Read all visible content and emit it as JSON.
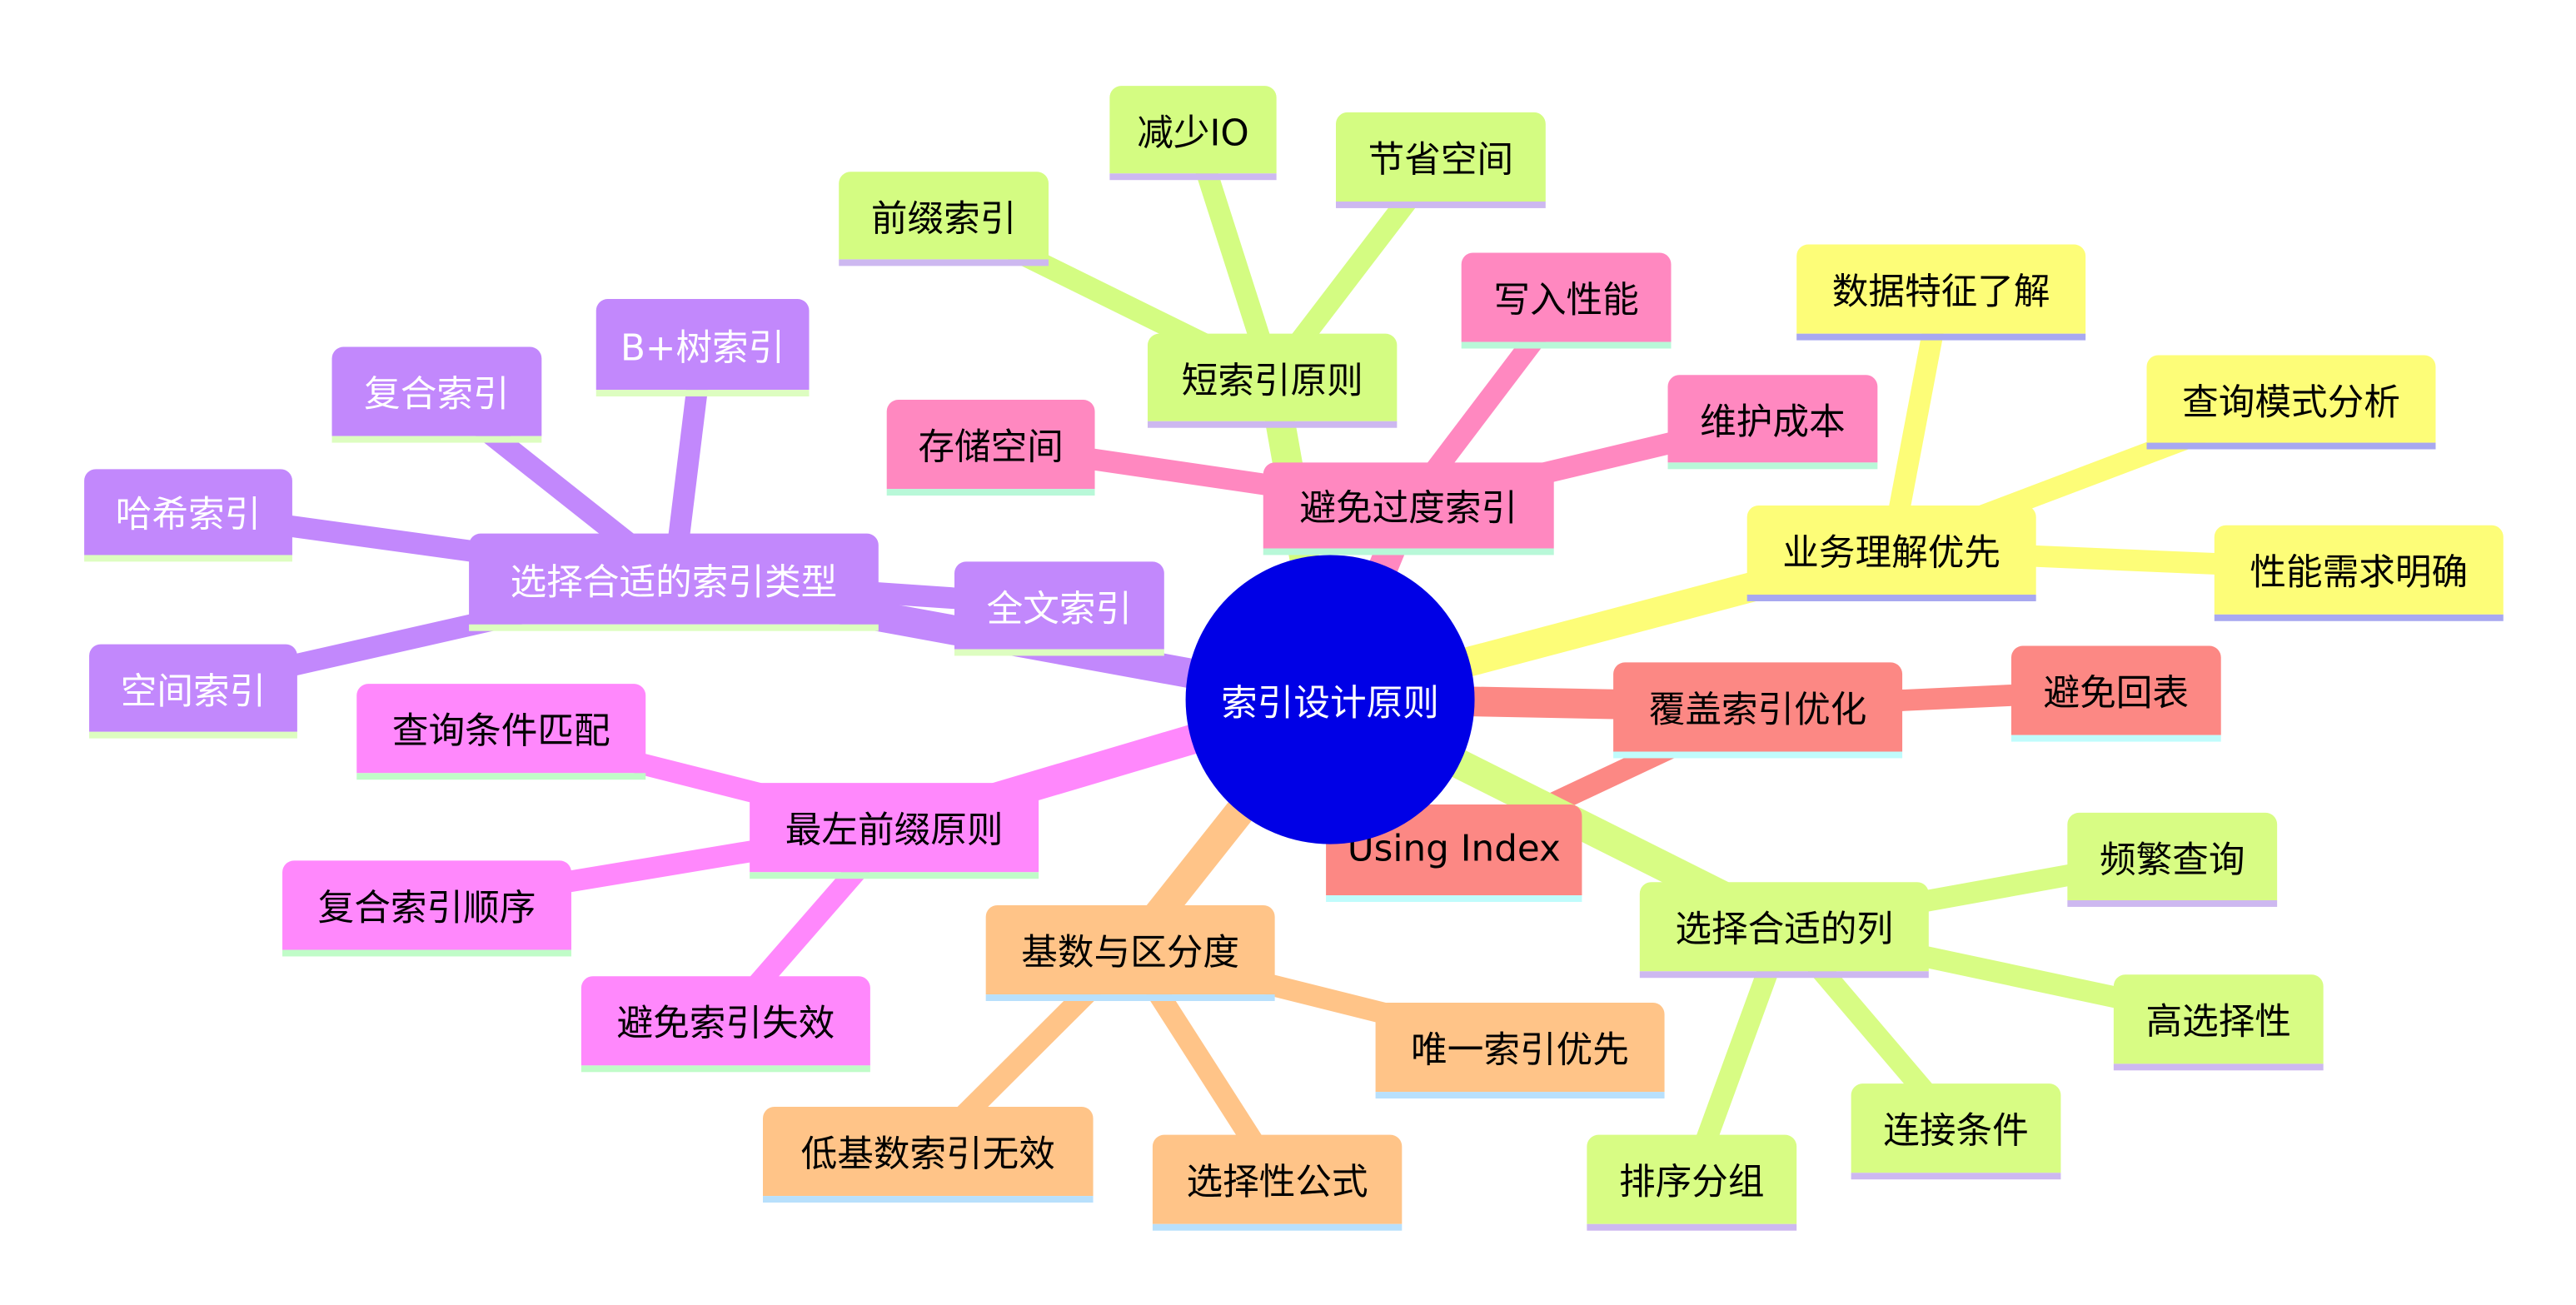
{
  "root": {
    "label": "索引设计原则",
    "color": "#0000e6"
  },
  "branches": [
    {
      "label": "选择合适的索引类型",
      "color": "#c288fc",
      "text_color": "#ffffff",
      "bar_color": "#ddfdc0",
      "children": [
        "B+树索引",
        "复合索引",
        "哈希索引",
        "空间索引",
        "全文索引"
      ]
    },
    {
      "label": "避免过度索引",
      "color": "#ff88c0",
      "text_color": "#000000",
      "bar_color": "#b8f8d8",
      "children": [
        "存储空间",
        "写入性能",
        "维护成本"
      ]
    },
    {
      "label": "短索引原则",
      "color": "#d4fc82",
      "text_color": "#000000",
      "bar_color": "#cdb8f0",
      "children": [
        "前缀索引",
        "减少IO",
        "节省空间"
      ]
    },
    {
      "label": "业务理解优先",
      "color": "#fdfd78",
      "text_color": "#000000",
      "bar_color": "#a8a8f0",
      "children": [
        "数据特征了解",
        "查询模式分析",
        "性能需求明确"
      ]
    },
    {
      "label": "覆盖索引优化",
      "color": "#fc8884",
      "text_color": "#000000",
      "bar_color": "#c0fcfc",
      "children": [
        "避免回表",
        "Using Index"
      ]
    },
    {
      "label": "选择合适的列",
      "color": "#d8fc84",
      "text_color": "#000000",
      "bar_color": "#cdb8f0",
      "children": [
        "频繁查询",
        "高选择性",
        "连接条件",
        "排序分组"
      ]
    },
    {
      "label": "基数与区分度",
      "color": "#ffc488",
      "text_color": "#000000",
      "bar_color": "#b8e0fc",
      "children": [
        "唯一索引优先",
        "选择性公式",
        "低基数索引无效"
      ]
    },
    {
      "label": "最左前缀原则",
      "color": "#ff88fc",
      "text_color": "#000000",
      "bar_color": "#c0fcc8",
      "children": [
        "查询条件匹配",
        "复合索引顺序",
        "避免索引失效"
      ]
    }
  ]
}
